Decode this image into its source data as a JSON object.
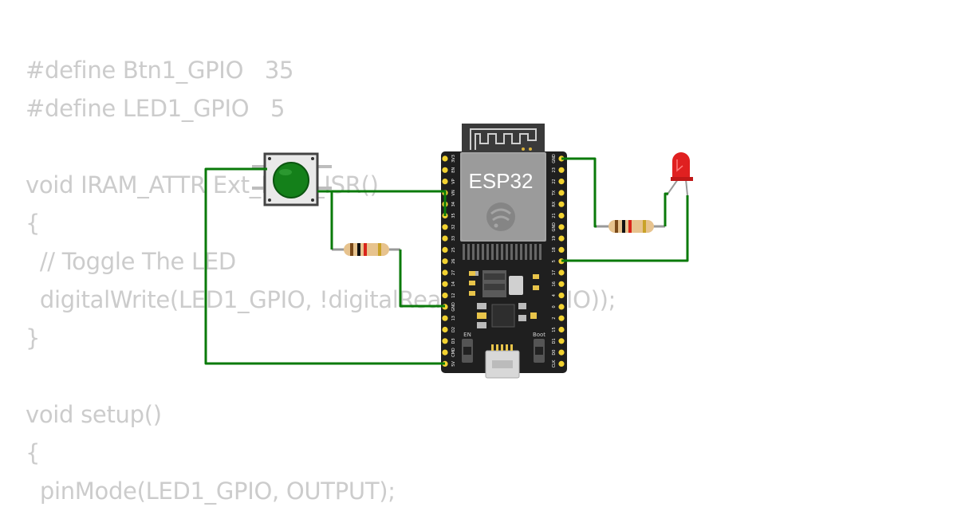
{
  "code_lines": [
    "#define Btn1_GPIO   35",
    "#define LED1_GPIO   5",
    "",
    "void IRAM_ATTR Ext_INT1_ISR()",
    "{",
    "  // Toggle The LED",
    "  digitalWrite(LED1_GPIO, !digitalRead(LED1_GPIO));",
    "}",
    "",
    "void setup()",
    "{",
    "  pinMode(LED1_GPIO, OUTPUT);"
  ],
  "board": {
    "name": "ESP32",
    "left_pins": [
      "3V3",
      "EN",
      "VP",
      "VN",
      "34",
      "35",
      "32",
      "33",
      "25",
      "26",
      "27",
      "14",
      "12",
      "GND",
      "13",
      "D2",
      "D3",
      "CMD",
      "5V"
    ],
    "right_pins": [
      "GND",
      "23",
      "22",
      "TX",
      "RX",
      "21",
      "GND",
      "19",
      "18",
      "5",
      "17",
      "16",
      "4",
      "0",
      "2",
      "15",
      "D1",
      "D0",
      "CLK"
    ],
    "en_label": "EN",
    "boot_label": "Boot"
  },
  "colors": {
    "wire": "#0a7a0a",
    "board": "#1f1f1f",
    "header_pin": "#f2d230",
    "button_cap": "#14801a",
    "led": "#e02020",
    "code_text": "#cccccc"
  }
}
